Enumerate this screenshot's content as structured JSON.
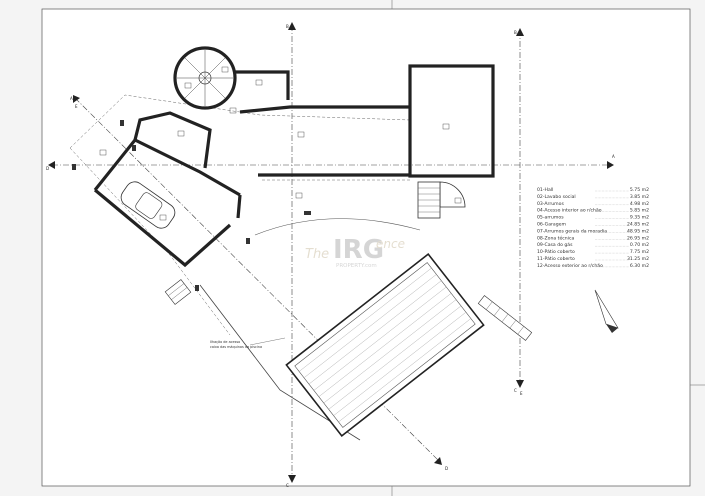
{
  "watermark": {
    "prefix": "The",
    "brand": "IRG",
    "suffix": "ence",
    "sub": "PROPERTY.com"
  },
  "annotation_lines": [
    "Ilhação de acesso",
    "caixa das máquinas da piscina"
  ],
  "rooms": [
    {
      "no": "01",
      "name": "Hall",
      "area": "5.75 m2"
    },
    {
      "no": "02",
      "name": "Lavabo social",
      "area": "3.85 m2"
    },
    {
      "no": "03",
      "name": "Arrumos",
      "area": "4.98 m2"
    },
    {
      "no": "04",
      "name": "Acesso interior ao r/chão",
      "area": "5.85 m2"
    },
    {
      "no": "05",
      "name": "arrumos",
      "area": "9.35 m2"
    },
    {
      "no": "06",
      "name": "Garagem",
      "area": "24.85 m2"
    },
    {
      "no": "07",
      "name": "Arrumos gerais da moradia",
      "area": "48.95 m2"
    },
    {
      "no": "08",
      "name": "Zona técnica",
      "area": "26.95 m2"
    },
    {
      "no": "09",
      "name": "Casa do gás",
      "area": "0.70 m2"
    },
    {
      "no": "10",
      "name": "Pátio coberto",
      "area": "7.75 m2"
    },
    {
      "no": "11",
      "name": "Pátio coberto",
      "area": "31.25 m2"
    },
    {
      "no": "12",
      "name": "Acesso exterior ao r/chão",
      "area": "6.30 m2"
    }
  ],
  "section_marks": [
    "A",
    "A",
    "B",
    "B",
    "C",
    "C",
    "D",
    "D",
    "E",
    "E"
  ]
}
